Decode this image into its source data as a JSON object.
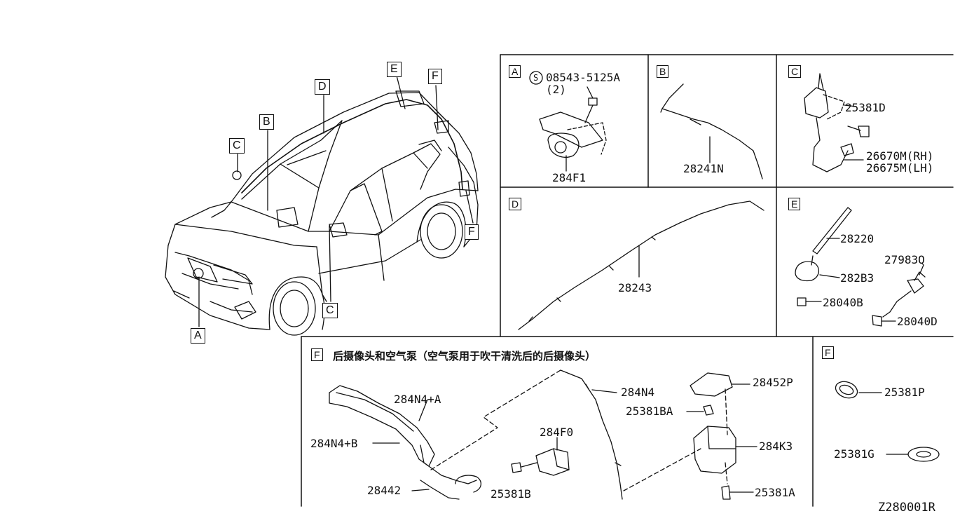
{
  "car_callouts": [
    "A",
    "B",
    "C",
    "C",
    "D",
    "E",
    "F",
    "F"
  ],
  "panels": {
    "A": {
      "letter": "A",
      "screw_symbol": "S",
      "screw_part": "08543-5125A",
      "screw_qty": "(2)",
      "part": "284F1"
    },
    "B": {
      "letter": "B",
      "part": "28241N"
    },
    "C": {
      "letter": "C",
      "part1": "25381D",
      "part2": "26670M(RH)",
      "part3": "26675M(LH)"
    },
    "D": {
      "letter": "D",
      "part": "28243"
    },
    "E": {
      "letter": "E",
      "part1": "28220",
      "part2": "282B3",
      "part3": "28040B",
      "part4": "27983Q",
      "part5": "28040D"
    },
    "F_main": {
      "letter": "F",
      "title": "后摄像头和空气泵（空气泵用于吹干清洗后的后摄像头）",
      "parts": [
        "284N4+A",
        "284N4+B",
        "28442",
        "284F0",
        "25381B",
        "284N4",
        "28452P",
        "25381BA",
        "284K3",
        "25381A"
      ]
    },
    "F_side": {
      "letter": "F",
      "part1": "25381P",
      "part2": "25381G"
    }
  },
  "diagram_id": "Z280001R"
}
